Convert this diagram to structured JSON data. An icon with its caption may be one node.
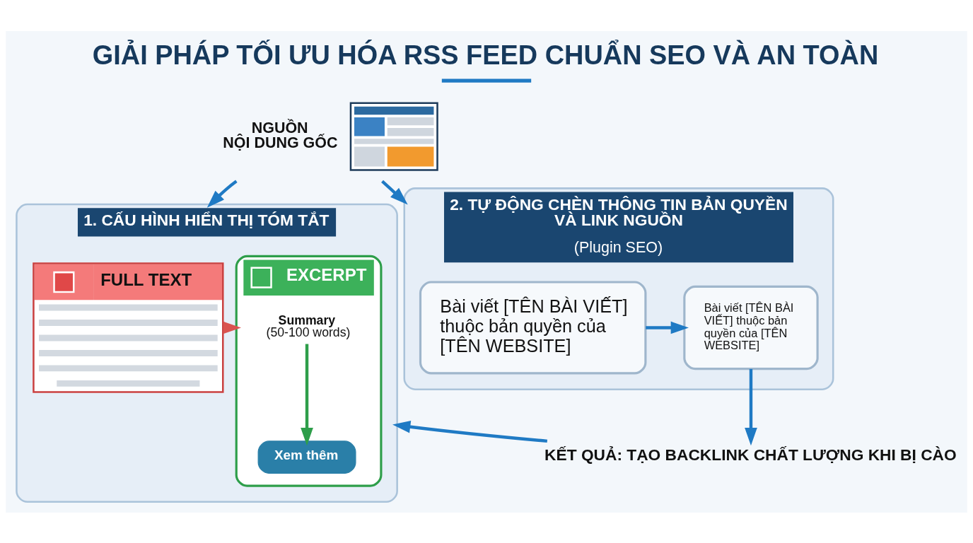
{
  "diagram": {
    "title": "GIẢI PHÁP TỐI ƯU HÓA RSS FEED CHUẨN SEO VÀ AN TOÀN",
    "nodes": [
      {
        "text": [
          "NGUỒN NỘI DUNG GỐC"
        ]
      },
      {
        "text": [
          "1. CẤU HÌNH HIỂN THỊ TÓM TẮT"
        ]
      },
      {
        "text": [
          "FULL TEXT"
        ],
        "in": 1
      },
      {
        "text": [
          "EXCERPT"
        ],
        "in": 1
      },
      {
        "text": [
          "Summary",
          "(50-100 words)"
        ],
        "in": 3
      },
      {
        "text": [
          "Xem thêm"
        ],
        "in": 3
      },
      {
        "text": [
          "2. TỰ ĐỘNG CHÈN THÔNG TIN BẢN QUYỀN VÀ LINK NGUỒN",
          "(Plugin SEO)"
        ]
      },
      {
        "text": [
          "Bài viết [TÊN BÀI VIẾT] thuộc bản quyền của [TÊN WEBSITE]"
        ],
        "in": 6
      },
      {
        "text": [
          "Bài viết [TÊN BÀI VIẾT] thuộc bản quyền của [TÊN WEBSITE]"
        ],
        "in": 6
      },
      {
        "text": [
          "KẾT QUẢ: TẠO BACKLINK CHẤT LƯỢNG KHI BỊ CÀO"
        ]
      }
    ],
    "edges": [
      {
        "from": 0,
        "to": 1,
        "arrow": "to"
      },
      {
        "from": 0,
        "to": 6,
        "arrow": "to"
      },
      {
        "from": 2,
        "to": 3,
        "arrow": "to",
        "color": "#d9534f"
      },
      {
        "from": 4,
        "to": 5,
        "arrow": "to",
        "color": "#2e9e4a"
      },
      {
        "from": 7,
        "to": 8,
        "arrow": "to"
      },
      {
        "from": 8,
        "to": 9,
        "arrow": "to"
      },
      {
        "from": 9,
        "to": 1,
        "arrow": "to"
      }
    ]
  }
}
